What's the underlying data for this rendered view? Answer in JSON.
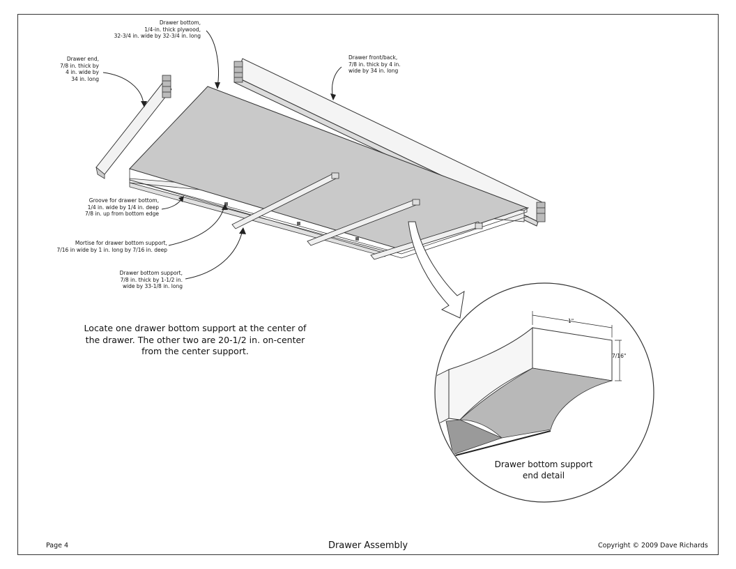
{
  "labels": {
    "drawer_bottom": "Drawer bottom,\n1/4-in. thick plywood,\n32-3/4 in. wide by 32-3/4 in. long",
    "drawer_end": "Drawer end,\n7/8 in. thick by\n4 in. wide by\n34 in. long",
    "drawer_front_back": "Drawer front/back,\n7/8 in. thick by 4 in.\nwide by 34 in. long",
    "groove": "Groove for drawer bottom,\n1/4 in. wide by 1/4 in. deep\n7/8 in. up from bottom edge",
    "mortise": "Mortise for drawer bottom support,\n7/16 in wide by 1 in. long by 7/16 in. deep",
    "support": "Drawer bottom support,\n7/8 in. thick by 1-1/2 in.\nwide by 33-1/8 in. long"
  },
  "note": "Locate one drawer bottom support at the center of\nthe drawer. The other two are 20-1/2 in. on-center\nfrom the center support.",
  "detail": {
    "caption": "Drawer bottom support\nend detail",
    "width_dim": "1\"",
    "height_dim": "7/16\""
  },
  "footer": {
    "page": "Page 4",
    "title": "Drawer Assembly",
    "copyright": "Copyright © 2009 Dave Richards"
  }
}
